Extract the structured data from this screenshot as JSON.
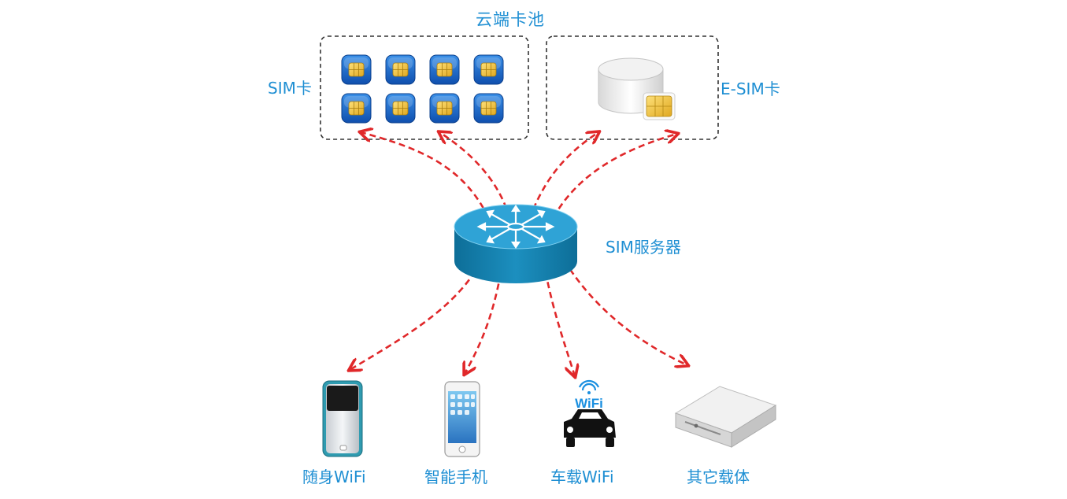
{
  "cloud_pool": {
    "title": "云端卡池",
    "sim_label": "SIM卡",
    "esim_label": "E-SIM卡",
    "sim_card_count": 8
  },
  "server": {
    "label": "SIM服务器"
  },
  "devices": [
    {
      "label": "随身WiFi",
      "icon": "pocket-wifi-icon"
    },
    {
      "label": "智能手机",
      "icon": "smartphone-icon"
    },
    {
      "label": "车载WiFi",
      "icon": "car-wifi-icon",
      "badge": "WiFi"
    },
    {
      "label": "其它载体",
      "icon": "server-box-icon"
    }
  ],
  "colors": {
    "label_blue": "#1f8fd3",
    "arrow_red": "#e0282a",
    "router_blue": "#1987b6",
    "sim_blue": "#1565c8",
    "sim_gold": "#f2c53d"
  }
}
